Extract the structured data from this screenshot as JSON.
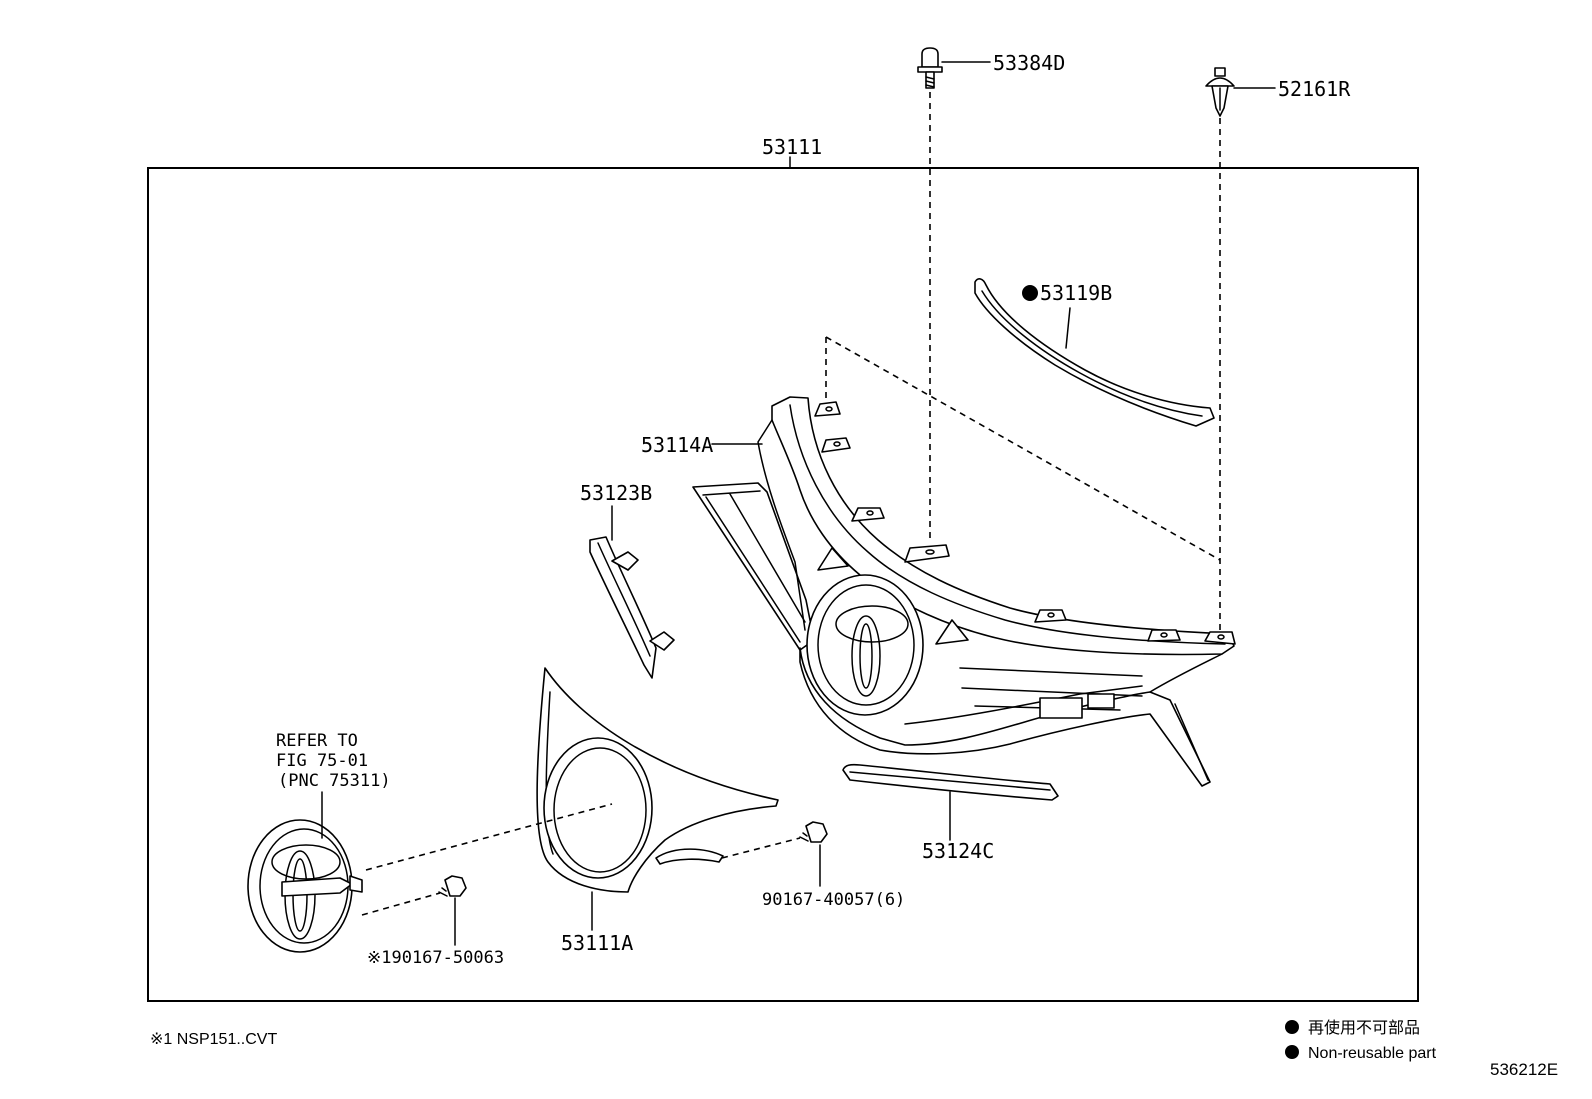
{
  "diagram": {
    "assembly": "53111",
    "callouts": {
      "bolt": "53384D",
      "clip": "52161R",
      "molding_upper": "53119B",
      "grille_upper": "53114A",
      "molding_side": "53123B",
      "molding_lower": "53124C",
      "fog_cover": "53111A",
      "screw_cover": "90167-40057(6)",
      "screw_emblem": "※190167-50063"
    },
    "reference": [
      "REFER TO",
      "FIG 75-01",
      "(PNC 75311)"
    ]
  },
  "footnote": "※1 NSP151..CVT",
  "legend": {
    "ja": "再使用不可部品",
    "en": "Non-reusable part"
  },
  "figure_code": "536212E"
}
